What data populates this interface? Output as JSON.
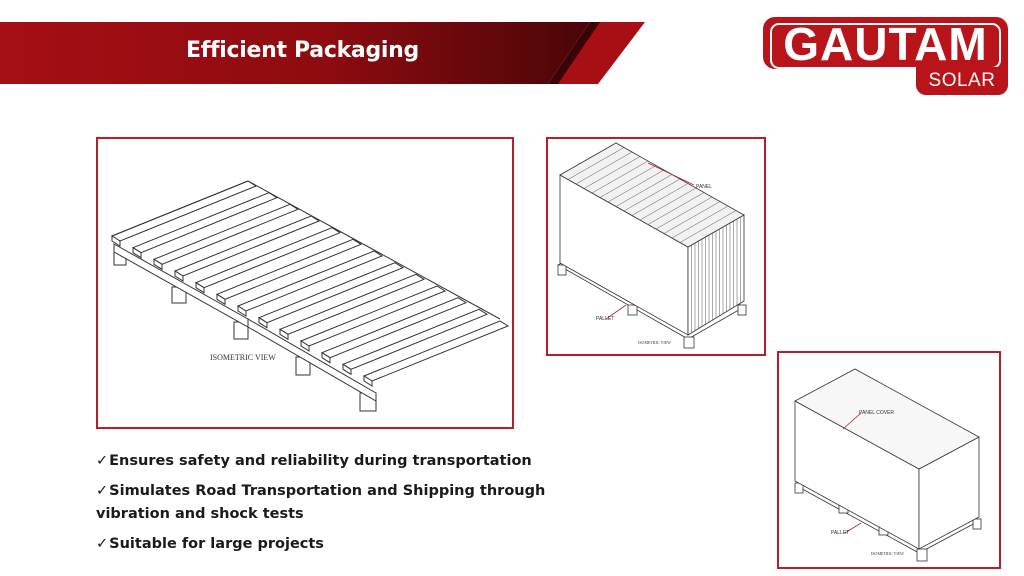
{
  "header": {
    "title": "Efficient Packaging",
    "colors": {
      "banner_dark": "#5a0a0c",
      "banner_red": "#a30e14",
      "accent": "#b32026"
    }
  },
  "logo": {
    "name": "GAUTAM",
    "sub": "SOLAR",
    "color": "#b8141a"
  },
  "figures": {
    "pallet": {
      "caption": "ISOMETRIC VIEW"
    },
    "panels_on_pallet": {
      "panel_label": "PANEL",
      "pallet_label": "PALLET",
      "caption": "ISOMETRIC VIEW"
    },
    "covered_package": {
      "cover_label": "PANEL COVER",
      "pallet_label": "PALLET",
      "caption": "ISOMETRIC VIEW"
    }
  },
  "bullets": [
    {
      "icon": "check-icon",
      "text": "Ensures safety and reliability during transportation"
    },
    {
      "icon": "check-icon",
      "text": "Simulates Road Transportation and Shipping through vibration and shock tests"
    },
    {
      "icon": "check-icon",
      "text": "Suitable for large projects"
    }
  ]
}
